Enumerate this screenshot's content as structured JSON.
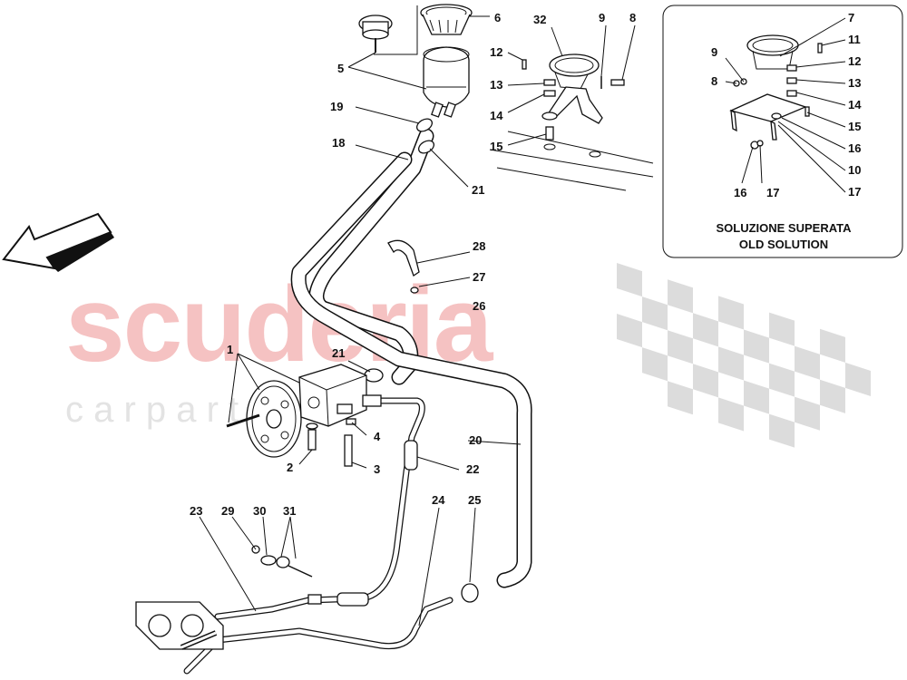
{
  "watermark": {
    "brand": "scuderia",
    "sub": "c a r   p a r t s",
    "brand_color": "#f5c2c2",
    "sub_color": "#e3e3e3",
    "flag_color": "#dcdcdc"
  },
  "inset": {
    "caption_line1": "SOLUZIONE SUPERATA",
    "caption_line2": "OLD SOLUTION"
  },
  "callouts": {
    "c1": "1",
    "c2": "2",
    "c3": "3",
    "c4": "4",
    "c5": "5",
    "c6": "6",
    "c7": "7",
    "c8": "8",
    "c8b": "8",
    "c9": "9",
    "c9b": "9",
    "c11": "11",
    "c12": "12",
    "c12b": "12",
    "c13": "13",
    "c13b": "13",
    "c14": "14",
    "c14b": "14",
    "c15": "15",
    "c15b": "15",
    "c16": "16",
    "c16b": "16",
    "c17": "17",
    "c17b": "17",
    "c10": "10",
    "c18": "18",
    "c19": "19",
    "c20": "20",
    "c21": "21",
    "c21b": "21",
    "c22": "22",
    "c23": "23",
    "c24": "24",
    "c25": "25",
    "c26": "26",
    "c27": "27",
    "c28": "28",
    "c29": "29",
    "c30": "30",
    "c31": "31",
    "c32": "32"
  }
}
